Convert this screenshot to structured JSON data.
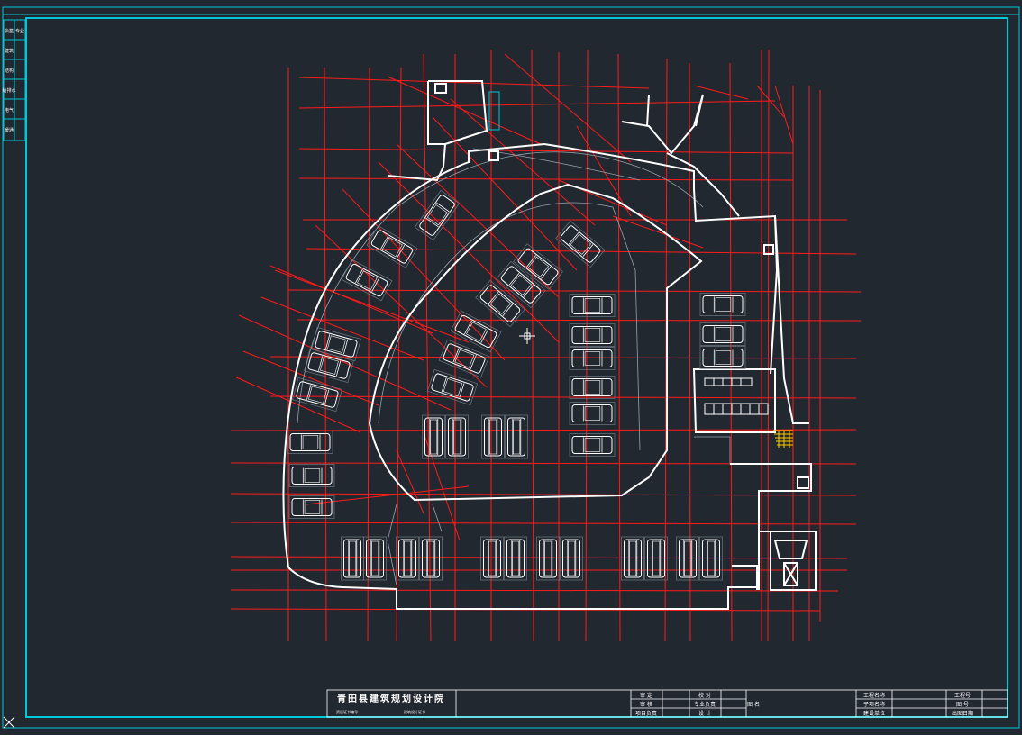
{
  "colors": {
    "background": "#212830",
    "frame": "#00c8d8",
    "grid_line": "#ff1a1a",
    "wall": "#ffffff",
    "thin_line": "#9aa3ad",
    "stair": "#ffcc00"
  },
  "title_block": {
    "institute": "青田县建筑规划设计院",
    "line1": "资质证书编号",
    "line2": "建筑设计证书",
    "cells": {
      "approve": "审 定",
      "review": "审 核",
      "proj_lead": "项目负责",
      "check": "校 对",
      "prof_lead": "专业负责",
      "design": "设 计",
      "seal": "图 名",
      "proj_name": "工程名称",
      "sub_name": "子项名称",
      "unit": "建设单位",
      "proj_no": "工程号",
      "drawing_no": "图 号",
      "date": "出图日期"
    }
  },
  "sidebar_labels": [
    "会签",
    "专业",
    "建筑",
    "结构",
    "给排水",
    "电气",
    "暖通"
  ]
}
